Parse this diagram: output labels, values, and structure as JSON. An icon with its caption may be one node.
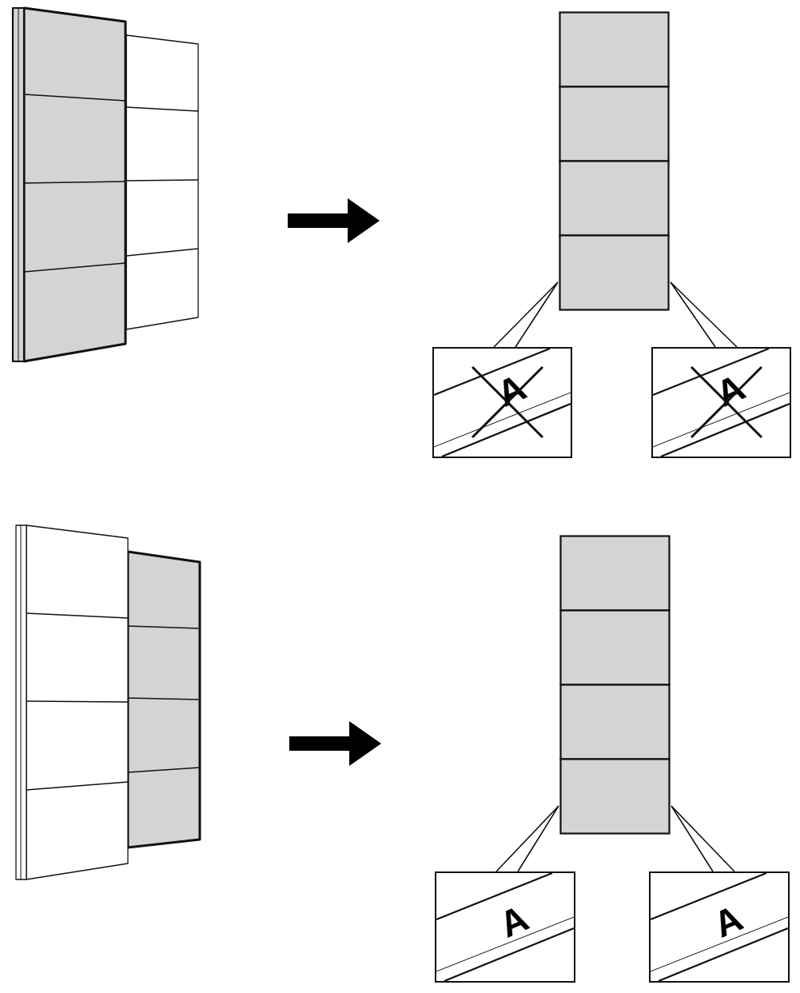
{
  "diagram": {
    "nodes": [
      {
        "text": [],
        "shape": "picture"
      },
      {
        "text": [],
        "shape": "picture"
      },
      {
        "text": [
          "A"
        ]
      },
      {
        "text": [
          "A"
        ]
      },
      {
        "text": [],
        "shape": "picture"
      },
      {
        "text": [],
        "shape": "picture"
      },
      {
        "text": [
          "A"
        ]
      },
      {
        "text": [
          "A"
        ]
      }
    ],
    "edges": [
      {
        "from": 2,
        "to": 1,
        "arrow": "none"
      },
      {
        "from": 3,
        "to": 1,
        "arrow": "none"
      },
      {
        "from": 6,
        "to": 5,
        "arrow": "none"
      },
      {
        "from": 7,
        "to": 5,
        "arrow": "none"
      }
    ]
  }
}
